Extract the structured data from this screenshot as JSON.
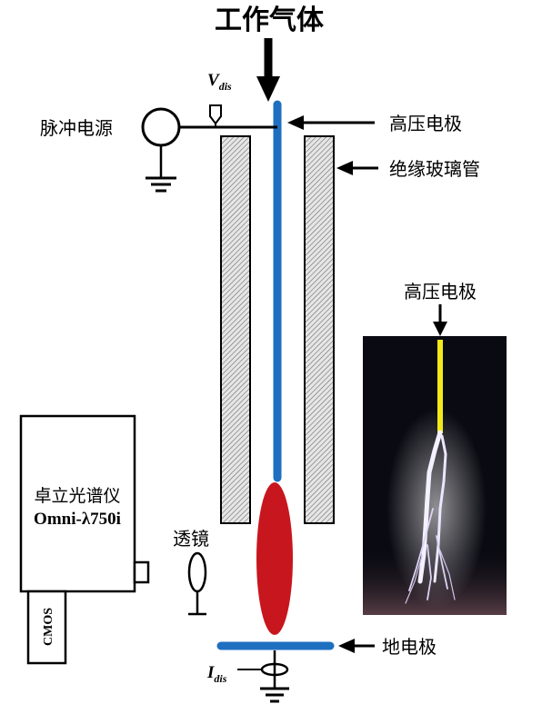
{
  "title": "工作气体",
  "labels": {
    "pulse_source": "脉冲电源",
    "v_main": "V",
    "v_sub": "dis",
    "hv_electrode": "高压电极",
    "glass_tube": "绝缘玻璃管",
    "lens": "透镜",
    "ground_electrode": "地电极",
    "i_main": "I",
    "i_sub": "dis",
    "photo_hv_electrode": "高压电极",
    "spectrometer_name": "卓立光谱仪",
    "spectrometer_model": "Omni-λ750i",
    "cmos": "CMOS"
  },
  "colors": {
    "electrode_blue": "#1f6fc0",
    "plasma_red": "#c8161e",
    "photo_electrode_yellow": "#f2ea1a",
    "photo_background": "#0a0a12"
  }
}
